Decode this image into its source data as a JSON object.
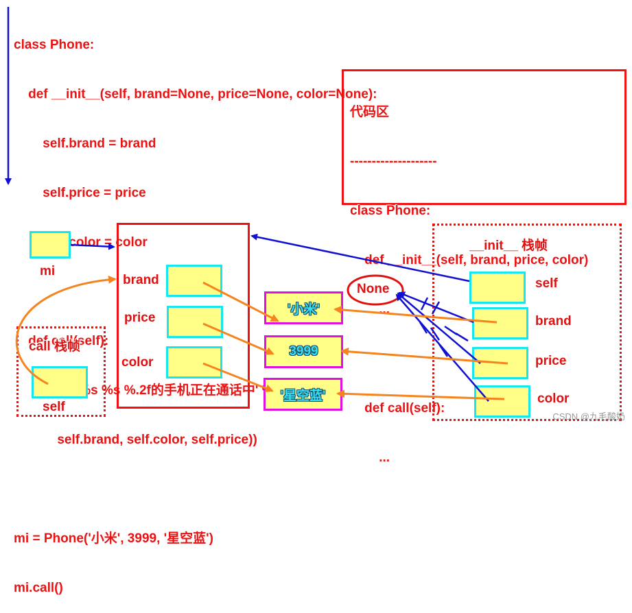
{
  "code_left": [
    "class Phone:",
    "    def __init__(self, brand=None, price=None, color=None):",
    "        self.brand = brand",
    "        self.price = price",
    "        self.color = color",
    "",
    "    def call(self):",
    "        print('%s %s %.2f的手机正在通话中' % (",
    "            self.brand, self.color, self.price))",
    "",
    "mi = Phone('小米', 3999, '星空蓝')",
    "mi.call()"
  ],
  "code_area": {
    "title": "代码区",
    "separator": "--------------------",
    "lines": [
      "class Phone:",
      "    def __init__(self, brand, price, color)",
      "        ...",
      "",
      "    def call(self):",
      "        ..."
    ]
  },
  "labels": {
    "mi": "mi",
    "brand": "brand",
    "price": "price",
    "color": "color",
    "init_frame": "__init__ 栈帧",
    "call_frame": "call 栈帧",
    "call_self": "self",
    "init_self": "self",
    "init_brand": "brand",
    "init_price": "price",
    "init_color": "color",
    "none": "None"
  },
  "values": {
    "brand": "'小米'",
    "price": "3999",
    "color": "'星空蓝'"
  },
  "watermark": "CSDN @九毛酸奶",
  "colors": {
    "code_red": "#ee1111",
    "object_frame": "#ee1111",
    "slot_fill": "#ffff88",
    "slot_border": "#19e6ec",
    "value_border": "#e010e0",
    "arrow_orange": "#f5841f",
    "arrow_blue": "#1010d0"
  }
}
